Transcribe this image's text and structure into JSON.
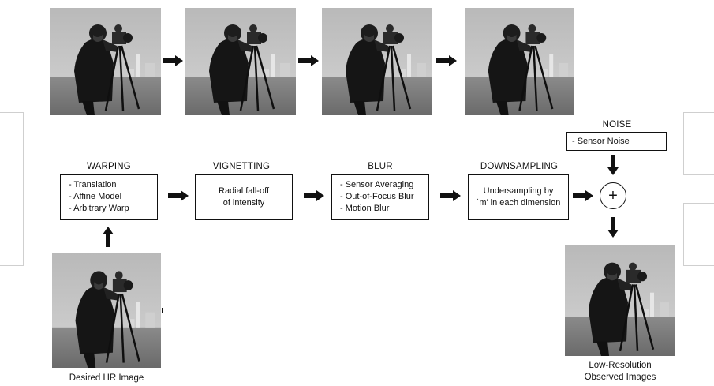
{
  "stages": {
    "warping": {
      "title": "WARPING",
      "items": [
        "- Translation",
        "- Affine Model",
        "- Arbitrary Warp"
      ]
    },
    "vignetting": {
      "title": "VIGNETTING",
      "lines": [
        "Radial fall-off",
        "of intensity"
      ]
    },
    "blur": {
      "title": "BLUR",
      "items": [
        "- Sensor Averaging",
        "- Out-of-Focus Blur",
        "- Motion Blur"
      ]
    },
    "downsampling": {
      "title": "DOWNSAMPLING",
      "lines": [
        "Undersampling by",
        "`m' in each dimension"
      ]
    }
  },
  "noise": {
    "title": "NOISE",
    "item": "- Sensor Noise"
  },
  "sum_symbol": "+",
  "captions": {
    "input": "Desired HR Image",
    "output_line1": "Low-Resolution",
    "output_line2": "Observed Images"
  },
  "images": [
    {
      "name": "photo-warped",
      "blur": 0,
      "vignette": 0
    },
    {
      "name": "photo-vignetted",
      "blur": 0,
      "vignette": 0.6
    },
    {
      "name": "photo-blurred",
      "blur": 2.2,
      "vignette": 0.6
    },
    {
      "name": "photo-downsampled",
      "blur": 2.6,
      "vignette": 0.7
    },
    {
      "name": "photo-input",
      "blur": 0,
      "vignette": 0
    },
    {
      "name": "photo-output",
      "blur": 3.2,
      "vignette": 0.8
    }
  ]
}
